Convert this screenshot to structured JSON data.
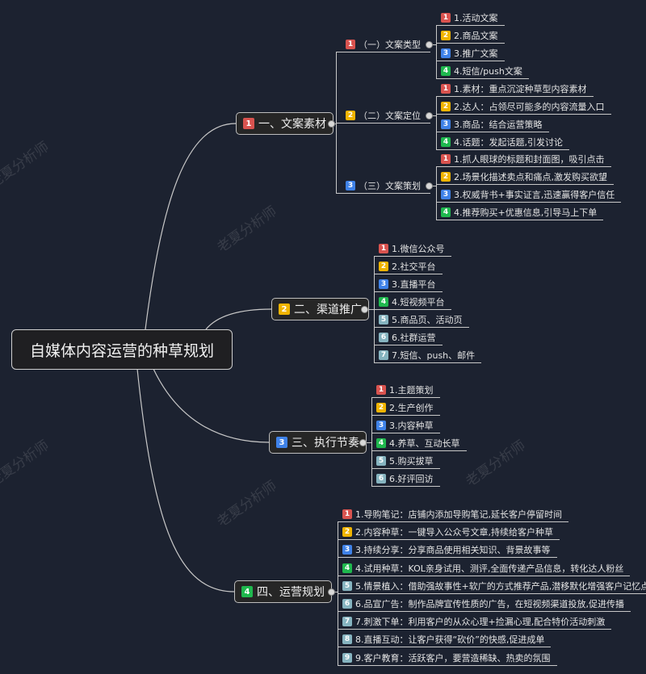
{
  "title": "自媒体内容运营的种草规划",
  "watermark": "老夏分析师",
  "badge_colors": {
    "1": "#d9534f",
    "2": "#f0b400",
    "3": "#3f82e8",
    "4": "#1fb84e",
    "5": "#86b4c0",
    "6": "#86b4c0",
    "7": "#86b4c0",
    "8": "#86b4c0",
    "9": "#86b4c0"
  },
  "branches": [
    {
      "badge": "1",
      "label": "一、文案素材",
      "groups": [
        {
          "badge": "1",
          "label": "（一）文案类型",
          "items": [
            {
              "badge": "1",
              "label": "1.活动文案"
            },
            {
              "badge": "2",
              "label": "2.商品文案"
            },
            {
              "badge": "3",
              "label": "3.推广文案"
            },
            {
              "badge": "4",
              "label": "4.短信/push文案"
            }
          ]
        },
        {
          "badge": "2",
          "label": "（二）文案定位",
          "items": [
            {
              "badge": "1",
              "label": "1.素材：重点沉淀种草型内容素材"
            },
            {
              "badge": "2",
              "label": "2.达人：占领尽可能多的内容流量入口"
            },
            {
              "badge": "3",
              "label": "3.商品：结合运营策略"
            },
            {
              "badge": "4",
              "label": "4.话题：发起话题,引发讨论"
            }
          ]
        },
        {
          "badge": "3",
          "label": "（三）文案策划",
          "items": [
            {
              "badge": "1",
              "label": "1.抓人眼球的标题和封面图，吸引点击"
            },
            {
              "badge": "2",
              "label": "2.场景化描述卖点和痛点,激发购买欲望"
            },
            {
              "badge": "3",
              "label": "3.权威背书+事实证言,迅速赢得客户信任"
            },
            {
              "badge": "4",
              "label": "4.推荐购买+优惠信息,引导马上下单"
            }
          ]
        }
      ]
    },
    {
      "badge": "2",
      "label": "二、渠道推广",
      "items": [
        {
          "badge": "1",
          "label": "1.微信公众号"
        },
        {
          "badge": "2",
          "label": "2.社交平台"
        },
        {
          "badge": "3",
          "label": "3.直播平台"
        },
        {
          "badge": "4",
          "label": "4.短视频平台"
        },
        {
          "badge": "5",
          "label": "5.商品页、活动页"
        },
        {
          "badge": "6",
          "label": "6.社群运营"
        },
        {
          "badge": "7",
          "label": "7.短信、push、邮件"
        }
      ]
    },
    {
      "badge": "3",
      "label": "三、执行节奏",
      "items": [
        {
          "badge": "1",
          "label": "1.主题策划"
        },
        {
          "badge": "2",
          "label": "2.生产创作"
        },
        {
          "badge": "3",
          "label": "3.内容种草"
        },
        {
          "badge": "4",
          "label": "4.养草、互动长草"
        },
        {
          "badge": "5",
          "label": "5.购买拔草"
        },
        {
          "badge": "6",
          "label": "6.好评回访"
        }
      ]
    },
    {
      "badge": "4",
      "label": "四、运营规划",
      "items": [
        {
          "badge": "1",
          "label": "1.导购笔记：店铺内添加导购笔记,延长客户停留时间"
        },
        {
          "badge": "2",
          "label": "2.内容种草：一键导入公众号文章,持续给客户种草"
        },
        {
          "badge": "3",
          "label": "3.持续分享：分享商品使用相关知识、背景故事等"
        },
        {
          "badge": "4",
          "label": "4.试用种草：KOL亲身试用、测评,全面传递产品信息，转化达人粉丝"
        },
        {
          "badge": "5",
          "label": "5.情景植入：借助强故事性+软广的方式推荐产品,潜移默化增强客户记忆点"
        },
        {
          "badge": "6",
          "label": "6.品宣广告：制作品牌宣传性质的广告，在短视频渠道投放,促进传播"
        },
        {
          "badge": "7",
          "label": "7.刺激下单：利用客户的从众心理+捡漏心理,配合特价活动刺激"
        },
        {
          "badge": "8",
          "label": "8.直播互动：让客户获得“砍价”的快感,促进成单"
        },
        {
          "badge": "9",
          "label": "9.客户教育：活跃客户，要营造稀缺、热卖的氛围"
        }
      ]
    }
  ]
}
